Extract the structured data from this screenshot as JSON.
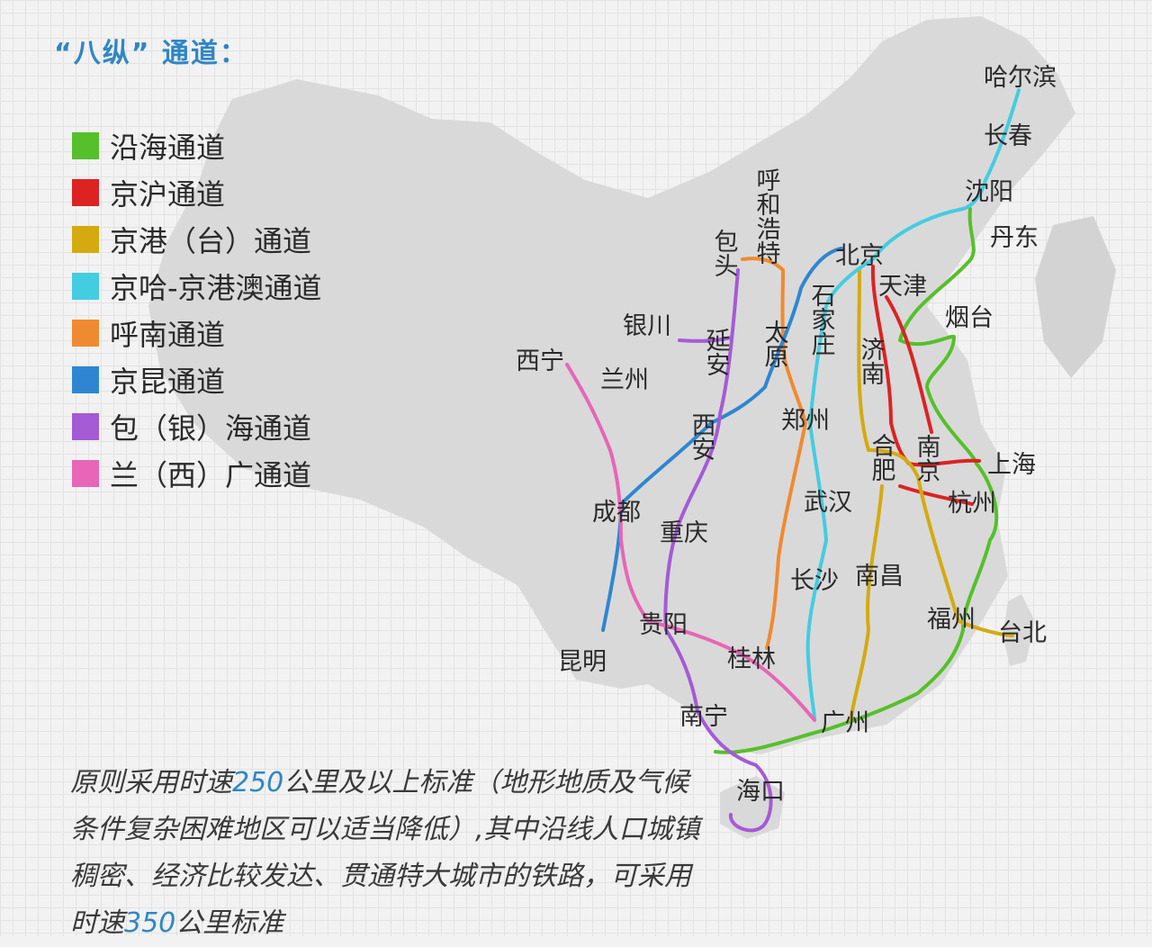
{
  "title": "“八纵” 通道：",
  "legend": [
    {
      "label": "沿海通道",
      "color": "#55c02a"
    },
    {
      "label": "京沪通道",
      "color": "#dd2222"
    },
    {
      "label": "京港（台）通道",
      "color": "#d4aa0e"
    },
    {
      "label": "京哈-京港澳通道",
      "color": "#44cce0"
    },
    {
      "label": "呼南通道",
      "color": "#f08a30"
    },
    {
      "label": "京昆通道",
      "color": "#2e86d2"
    },
    {
      "label": "包（银）海通道",
      "color": "#a55ad6"
    },
    {
      "label": "兰（西）广通道",
      "color": "#e865b8"
    }
  ],
  "cities": {
    "harbin": "哈尔滨",
    "changchun": "长春",
    "shenyang": "沈阳",
    "dandong": "丹东",
    "hohhot": "呼和浩特",
    "baotou": "包头",
    "beijing": "北京",
    "tianjin": "天津",
    "shijiazhuang": "石家庄",
    "yantai": "烟台",
    "yinchuan": "银川",
    "yanan": "延安",
    "taiyuan": "太原",
    "jinan": "济南",
    "xining": "西宁",
    "lanzhou": "兰州",
    "xian": "西安",
    "zhengzhou": "郑州",
    "hefei": "合肥",
    "nanjing": "南京",
    "shanghai": "上海",
    "hangzhou": "杭州",
    "chengdu": "成都",
    "chongqing": "重庆",
    "wuhan": "武汉",
    "changsha": "长沙",
    "nanchang": "南昌",
    "fuzhou": "福州",
    "taipei": "台北",
    "guiyang": "贵阳",
    "kunming": "昆明",
    "guilin": "桂林",
    "nanning": "南宁",
    "guangzhou": "广州",
    "haikou": "海口"
  },
  "note": {
    "p1": "原则采用时速",
    "v1": "250",
    "p2": "公里及以上标准（地形地质及气候条件复杂困难地区可以适当降低）,其中沿线人口城镇稠密、经济比较发达、贯通特大城市的铁路，可采用时速",
    "v2": "350",
    "p3": "公里标准"
  }
}
